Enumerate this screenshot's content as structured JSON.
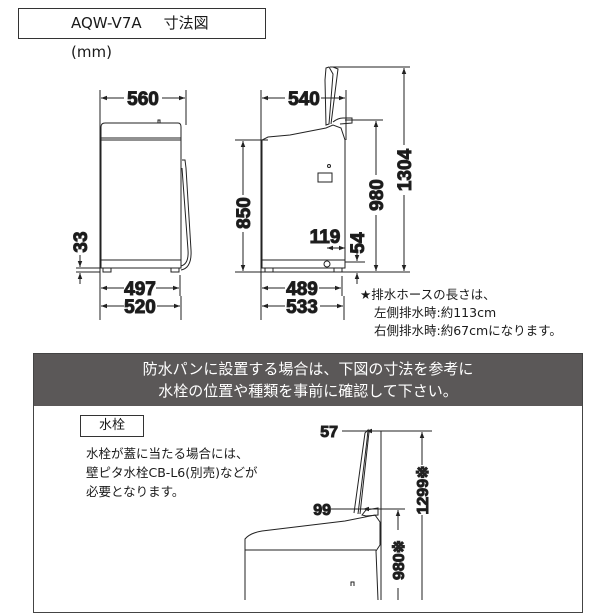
{
  "title": {
    "model": "AQW-V7A",
    "label": "寸法図 (mm)"
  },
  "front_view": {
    "width_top": "560",
    "foot_height": "33",
    "foot_span": "497",
    "base_width": "520"
  },
  "side_view": {
    "depth_top": "540",
    "height_body": "850",
    "drain_height": "54",
    "drain_offset": "119",
    "height_lid_hinge": "980",
    "height_lid_open": "1304",
    "foot_span": "489",
    "base_depth": "533"
  },
  "note": {
    "line1": "★排水ホースの長さは、",
    "line2": "左側排水時:約113cm",
    "line3": "右側排水時:約67cmになります。"
  },
  "banner": {
    "line1": "防水パンに設置する場合は、下図の寸法を参考に",
    "line2": "水栓の位置や種類を事前に確認して下さい。"
  },
  "faucet": {
    "label": "水栓",
    "line1": "水栓が蓋に当たる場合には、",
    "line2": "壁ピタ水栓CB-L6(別売)などが",
    "line3": "必要となります。"
  },
  "detail": {
    "lid_offset": "57",
    "hinge_offset": "99",
    "height_lid_open": "1299※",
    "height_hinge": "980※"
  }
}
